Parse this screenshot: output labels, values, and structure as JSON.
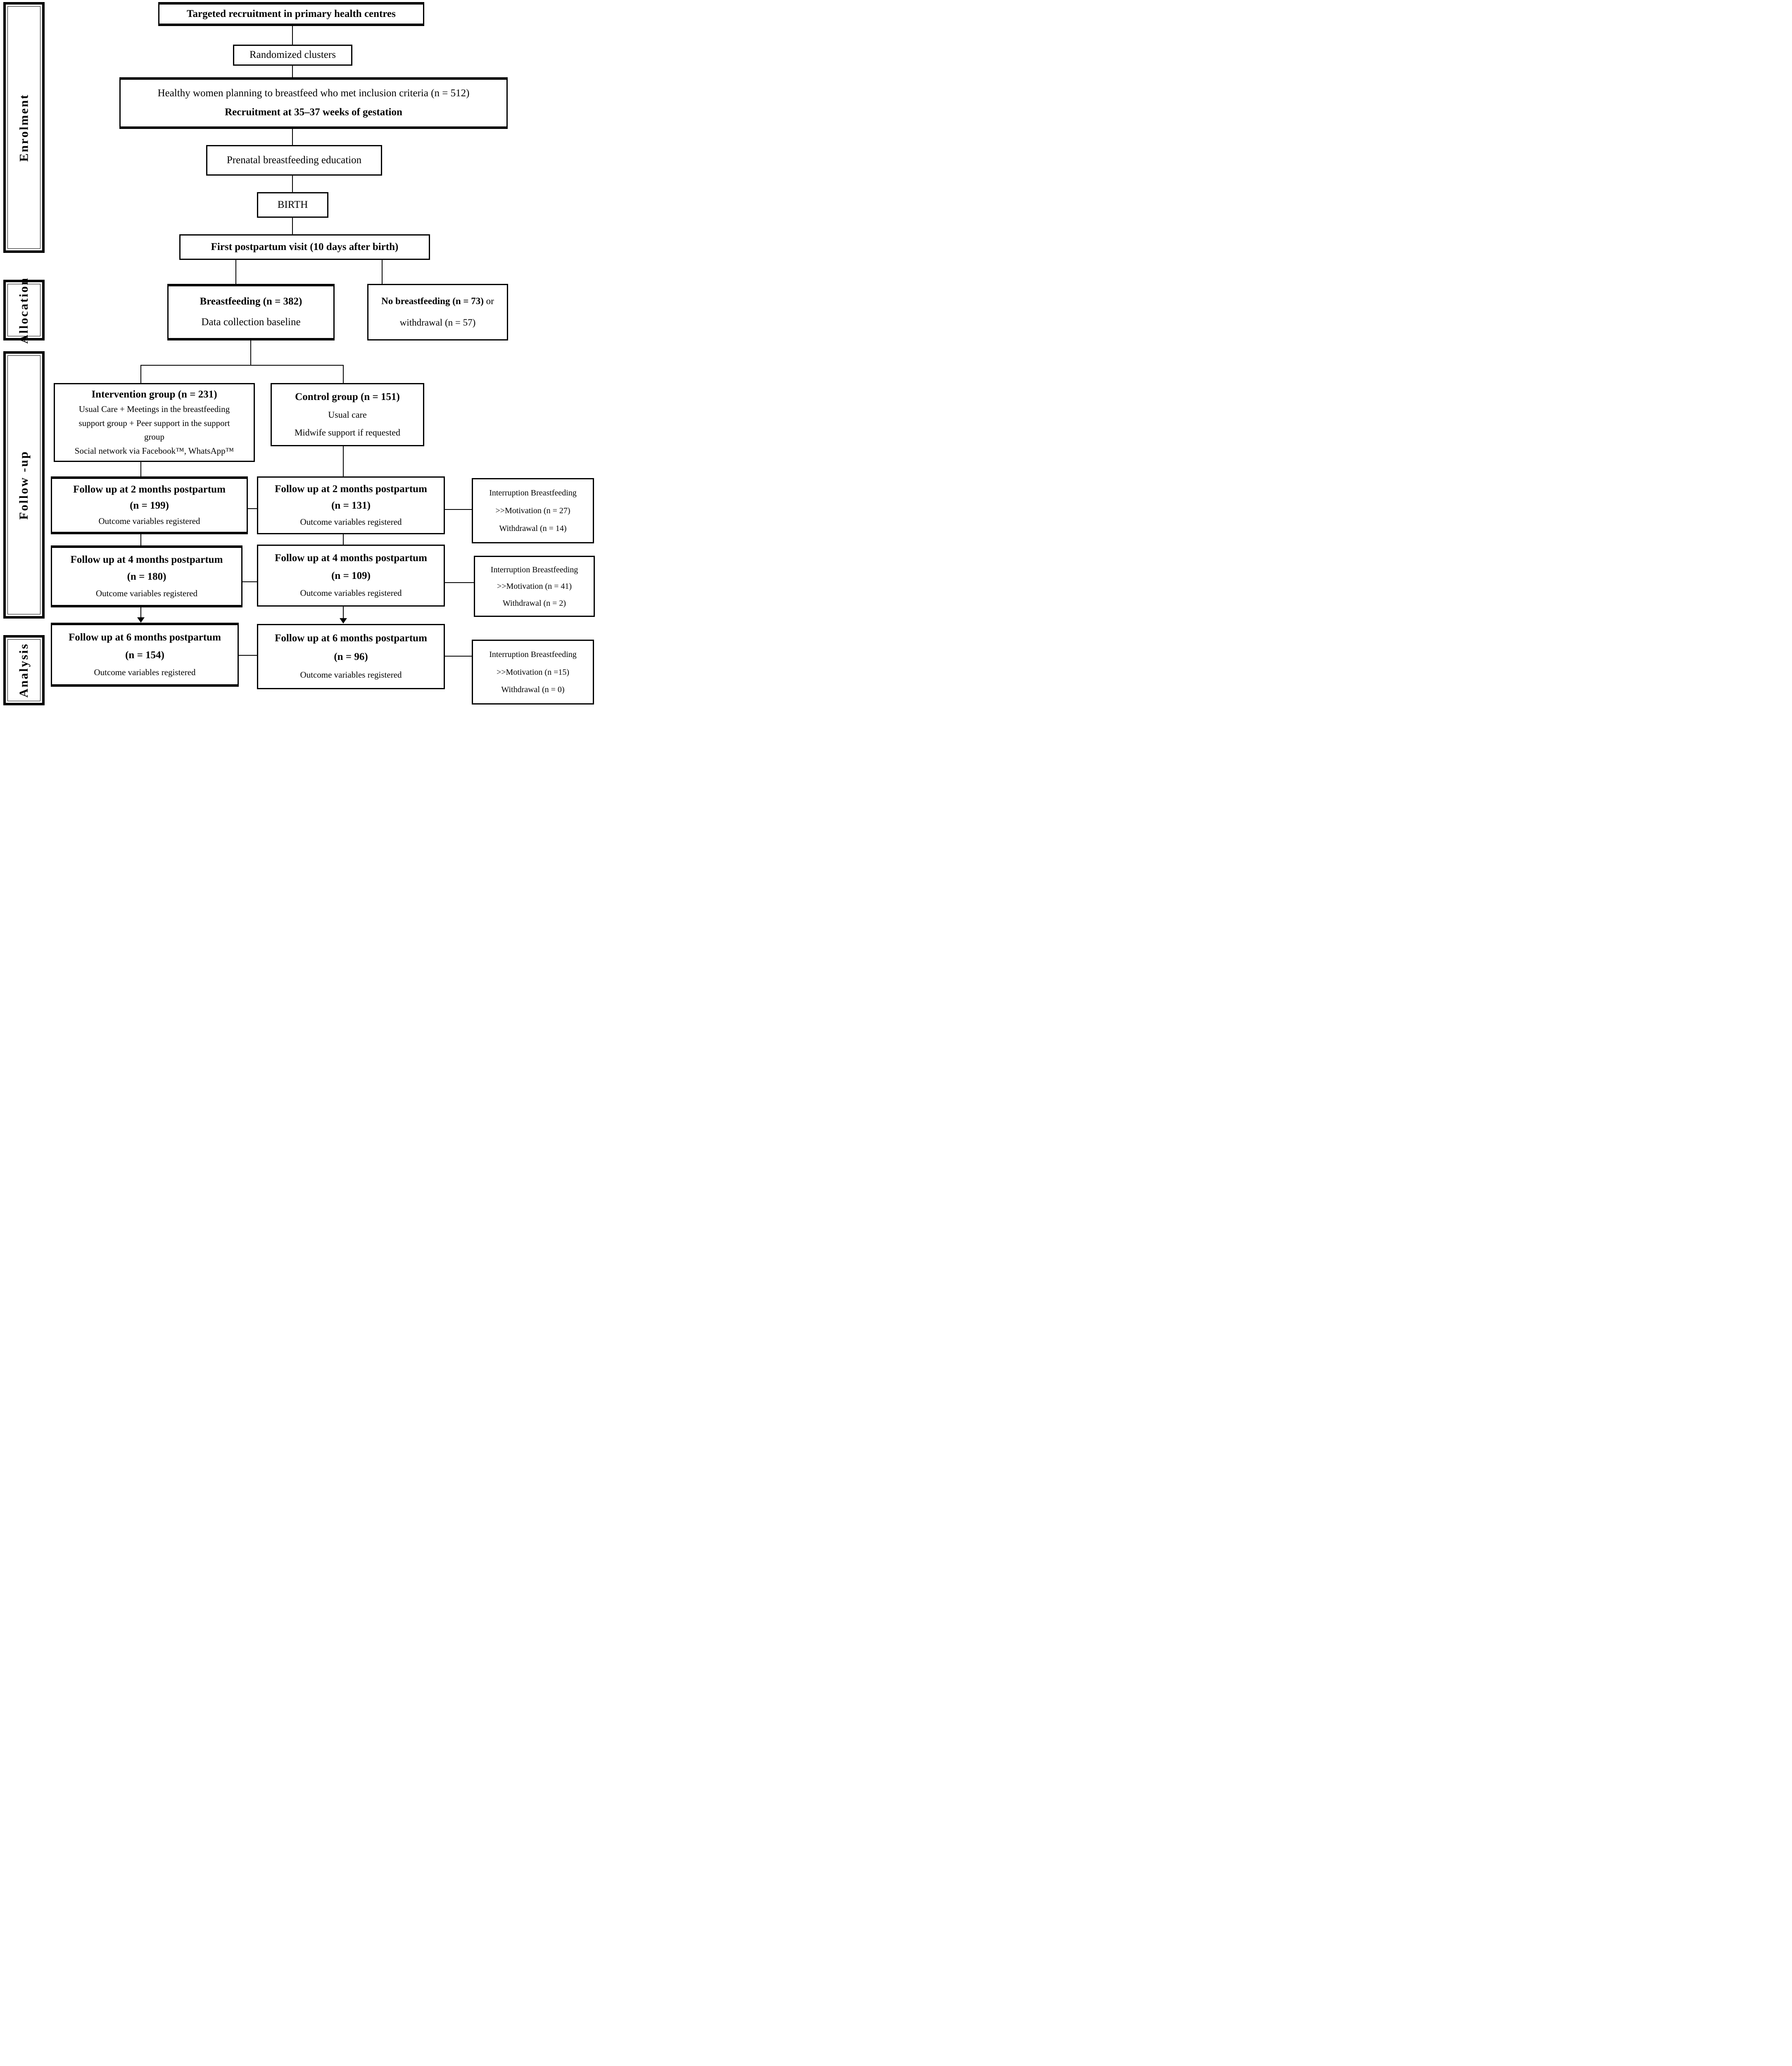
{
  "palette": {
    "ink": "#000000",
    "paper": "#ffffff"
  },
  "stages": {
    "enrolment": "Enrolment",
    "allocation": "Allocation",
    "followup": "Follow -up",
    "analysis": "Analysis"
  },
  "flow": {
    "targeted": "Targeted recruitment in primary health centres",
    "randomized": "Randomized clusters",
    "criteria_line1": "Healthy women planning to breastfeed who met inclusion criteria (n = 512)",
    "criteria_line2": "Recruitment at 35–37 weeks of gestation",
    "prenatal": "Prenatal breastfeeding education",
    "birth": "BIRTH",
    "first_visit": "First postpartum visit (10 days after birth)",
    "breastfeeding_line1": "Breastfeeding (n = 382)",
    "breastfeeding_line2": "Data collection baseline",
    "no_breastfeeding_bold": "No breastfeeding (n = 73)",
    "no_breastfeeding_rest": " or",
    "no_breastfeeding_line2": "withdrawal (n = 57)",
    "intervention_title": "Intervention group (n = 231)",
    "intervention_line1": "Usual Care + Meetings in the breastfeeding",
    "intervention_line2": "support group + Peer support in the support",
    "intervention_line3": "group",
    "intervention_line4": "Social network via Facebook™, WhatsApp™",
    "control_title": "Control group (n = 151)",
    "control_line1": "Usual care",
    "control_line2": "Midwife support if requested",
    "fu2_title": "Follow up at 2 months postpartum",
    "fu2_int_n": "(n = 199)",
    "fu2_ctrl_n": "(n = 131)",
    "fu4_title": "Follow up at 4 months postpartum",
    "fu4_int_n": "(n = 180)",
    "fu4_ctrl_n": "(n = 109)",
    "fu6_title": "Follow up at 6 months postpartum",
    "fu6_int_n": "(n = 154)",
    "fu6_ctrl_n": "(n = 96)",
    "outcome": "Outcome variables registered",
    "interruption_title": "Interruption Breastfeeding",
    "int2_line1": ">>Motivation (n = 27)",
    "int2_line2": "Withdrawal (n = 14)",
    "int4_line1": ">>Motivation (n = 41)",
    "int4_line2": "Withdrawal (n = 2)",
    "int6_line1": ">>Motivation (n =15)",
    "int6_line2": "Withdrawal (n = 0)"
  }
}
